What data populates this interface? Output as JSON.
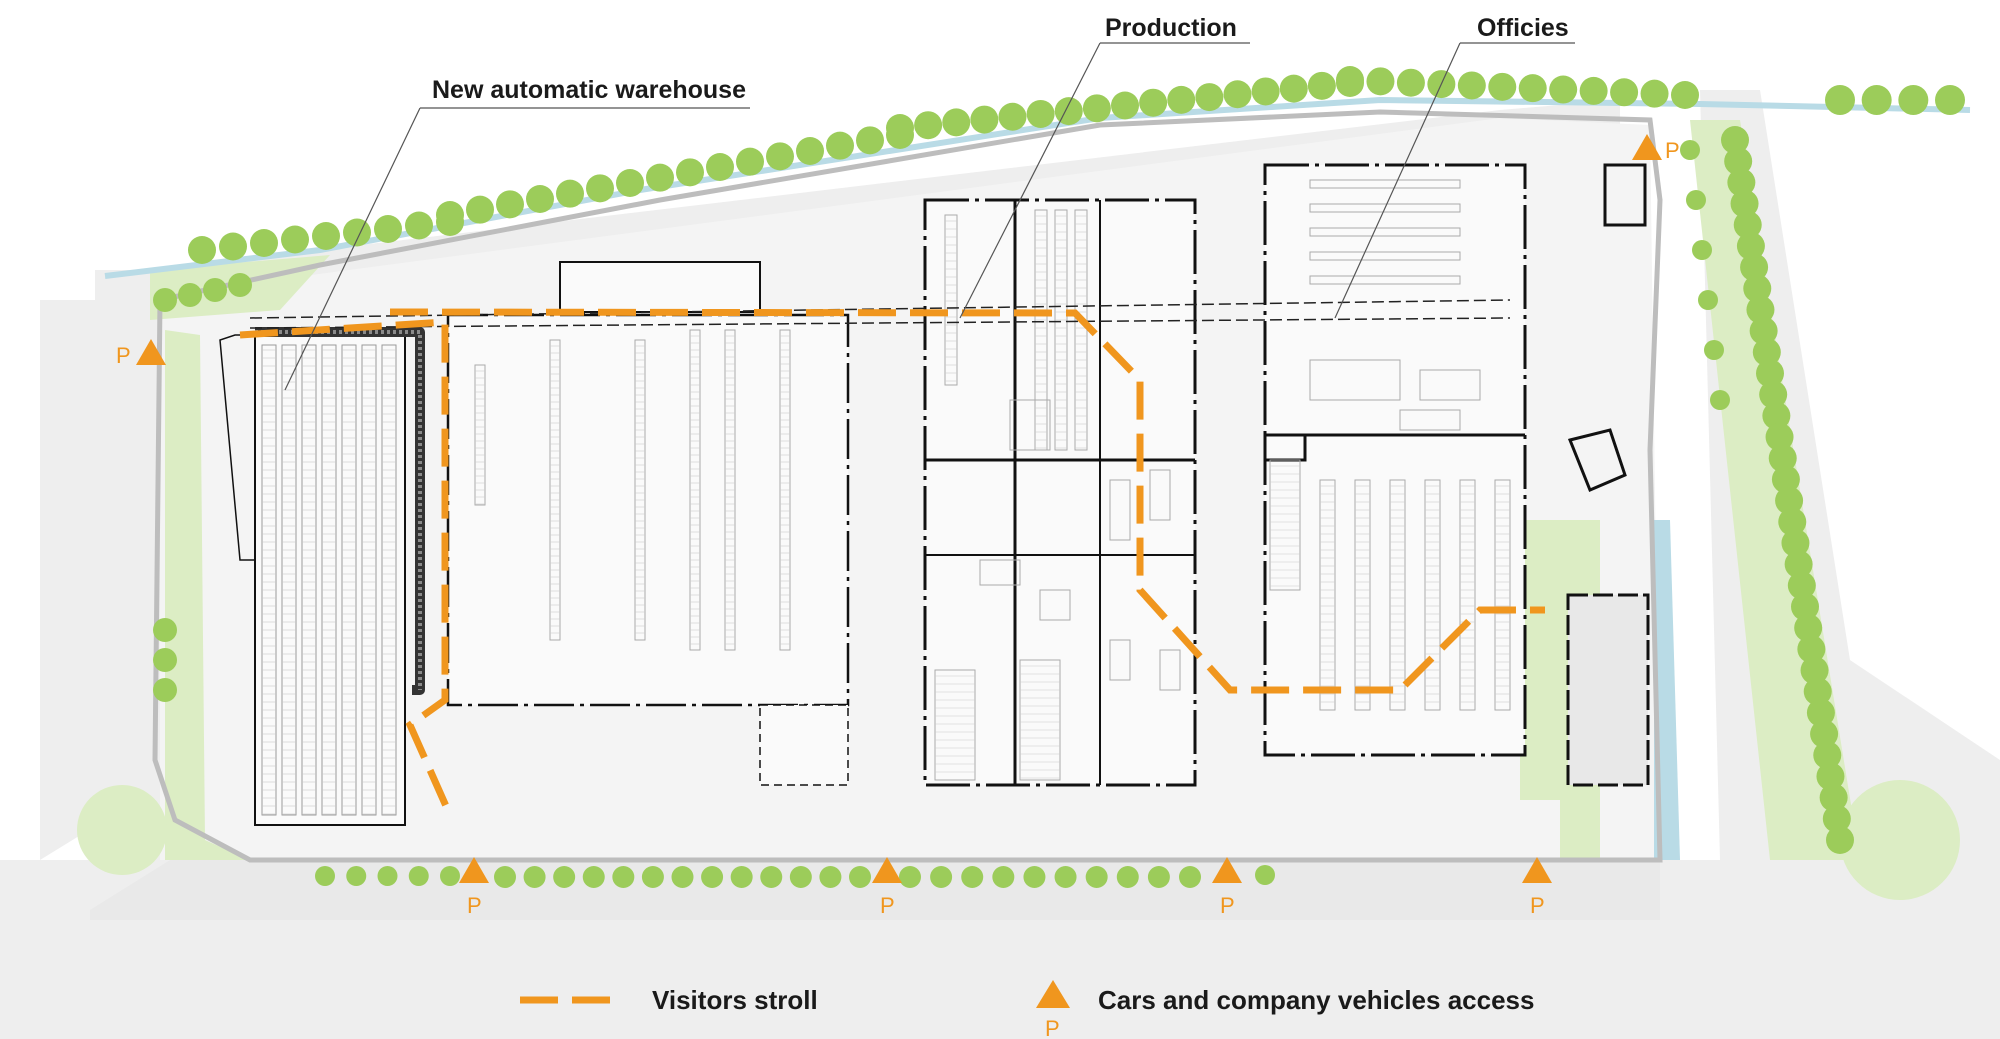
{
  "labels": {
    "warehouse": "New automatic warehouse",
    "production": "Production",
    "offices": "Officies"
  },
  "parking": {
    "letter": "P",
    "count": 6
  },
  "legend": {
    "visitors": "Visitors stroll",
    "access": "Cars and company vehicles access",
    "access_letter": "P"
  },
  "colors": {
    "route": "#f0961e",
    "tree": "#9ccc5a",
    "lawn": "#dcedc4",
    "water": "#b9dbe6",
    "ground": "#f4f4f4",
    "wall": "#111111"
  }
}
